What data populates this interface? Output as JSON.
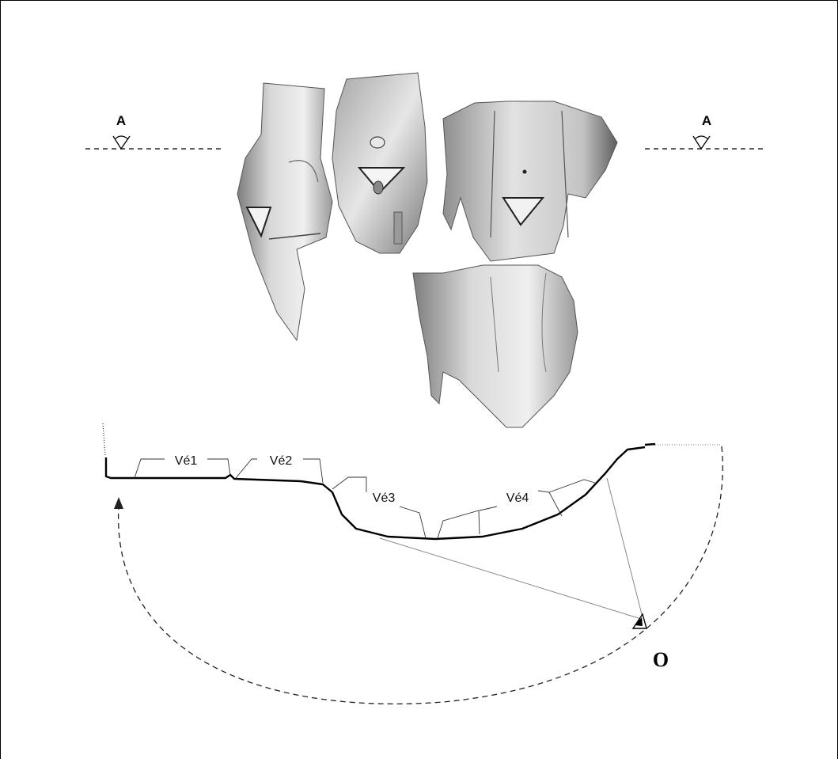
{
  "viewpoints": {
    "left": "A",
    "right": "A"
  },
  "observer": {
    "label": "O"
  },
  "sections": [
    {
      "label": "Vé1"
    },
    {
      "label": "Vé2"
    },
    {
      "label": "Vé3"
    },
    {
      "label": "Vé4"
    }
  ],
  "colors": {
    "line": "#000000",
    "leader": "#333333",
    "sight_line": "#888888",
    "drawing_shade": "#8a8a8a"
  }
}
